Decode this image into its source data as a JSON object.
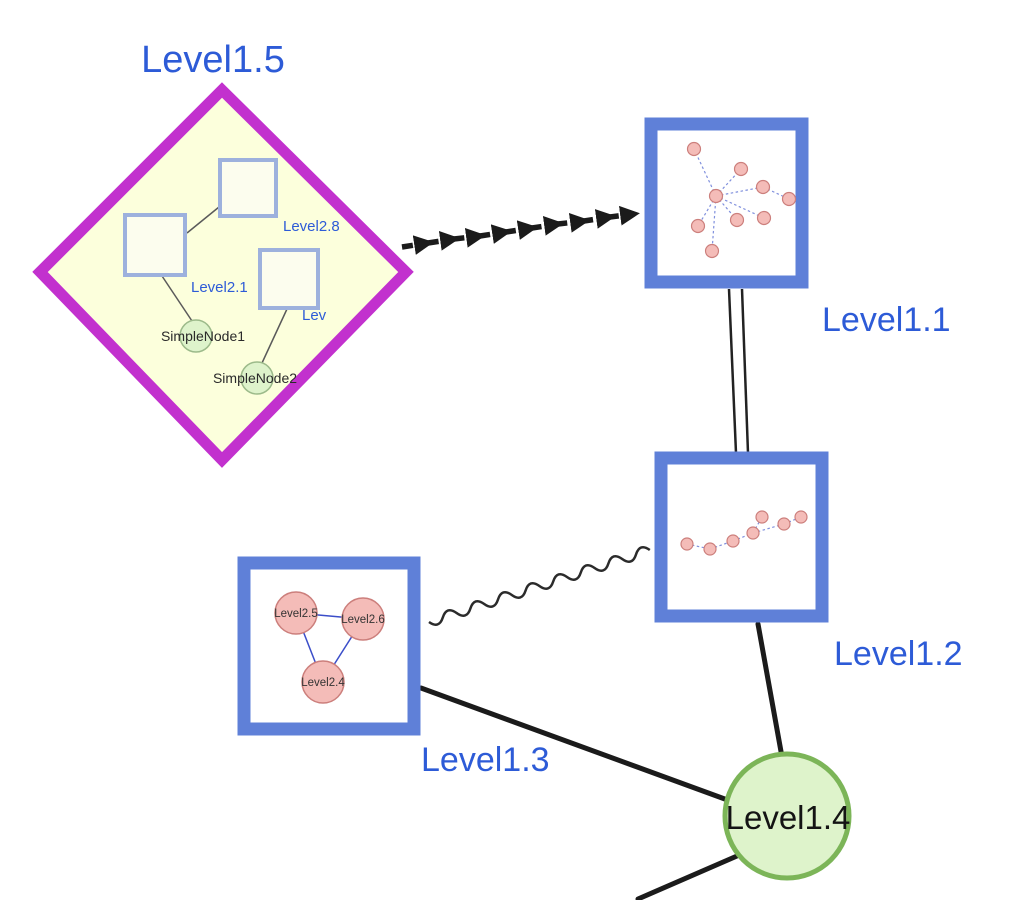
{
  "colors": {
    "group_border": "#c231ce",
    "group_fill": "#fcffdc",
    "frame_border": "#5f80d8",
    "label_blue": "#2d5bd7",
    "green_fill": "#def3cb",
    "green_border": "#7cb558",
    "pink_fill": "#f4bcb8",
    "pink_border": "#cc7f7c",
    "edge_dark": "#1b1b1b",
    "inner_edge_blue": "#8090dd",
    "triangle_edge_blue": "#3b4ec9"
  },
  "nodes": {
    "level15": {
      "label": "Level1.5"
    },
    "level11": {
      "label": "Level1.1"
    },
    "level12": {
      "label": "Level1.2"
    },
    "level13": {
      "label": "Level1.3"
    },
    "level14": {
      "label": "Level1.4"
    }
  },
  "level15_children": {
    "level28": {
      "label": "Level2.8"
    },
    "level21": {
      "label": "Level2.1"
    },
    "lev": {
      "label": "Lev"
    },
    "simplenode1": {
      "label": "SimpleNode1"
    },
    "simplenode2": {
      "label": "SimpleNode2"
    }
  },
  "level13_children": {
    "level25": {
      "label": "Level2.5"
    },
    "level26": {
      "label": "Level2.6"
    },
    "level24": {
      "label": "Level2.4"
    }
  }
}
